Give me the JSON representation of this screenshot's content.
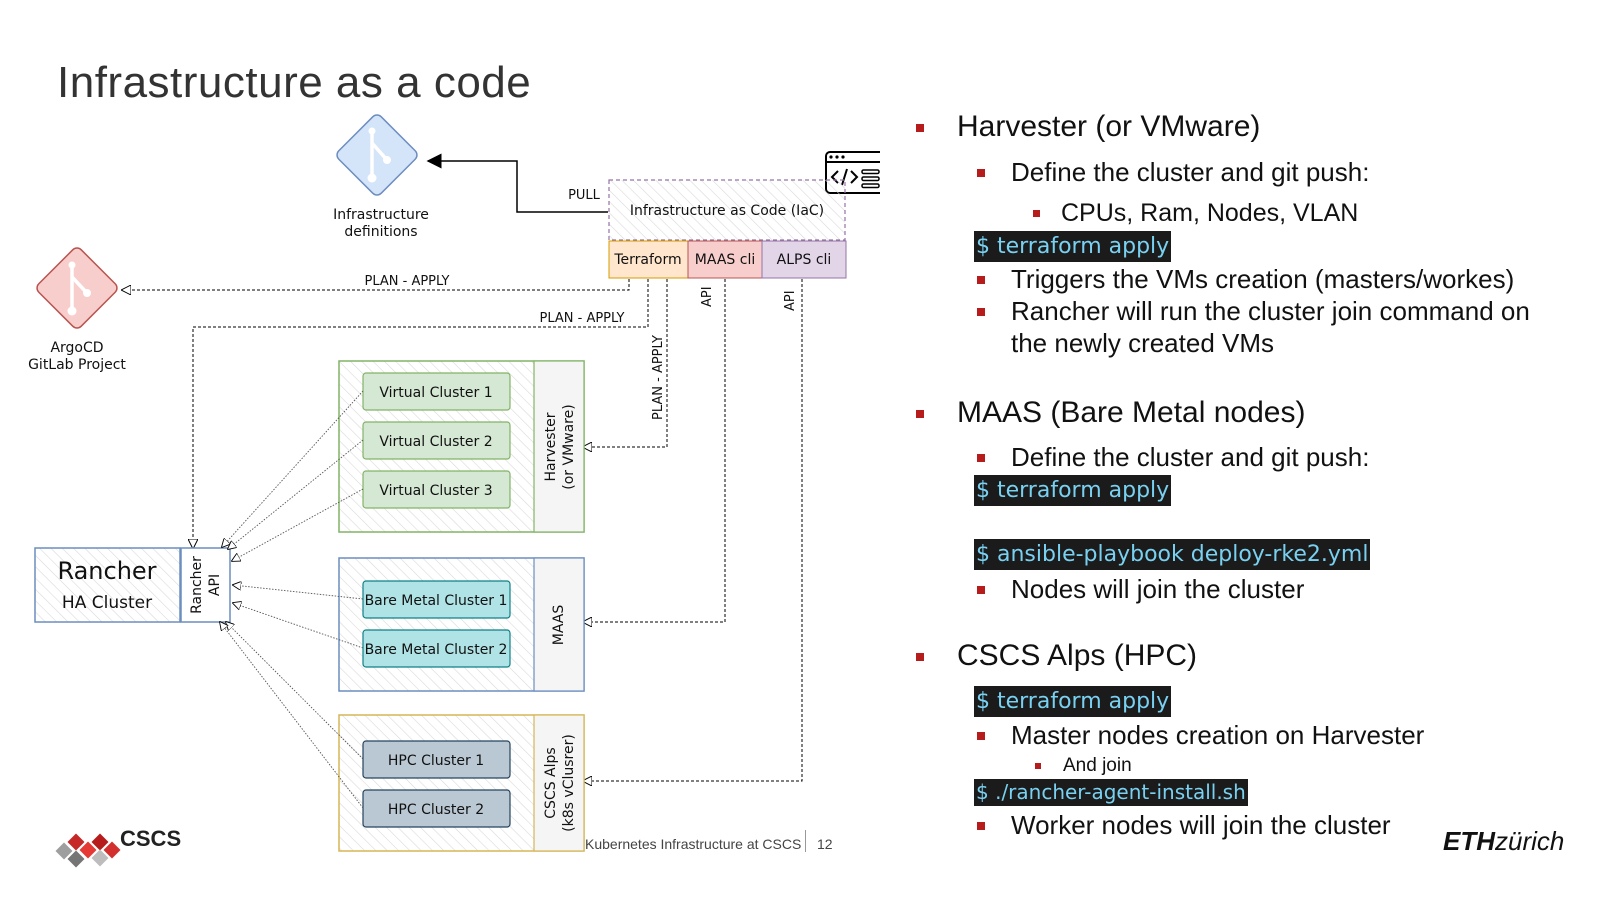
{
  "title": "Infrastructure as a code",
  "diagram": {
    "infra_defs_label_1": "Infrastructure",
    "infra_defs_label_2": "definitions",
    "argocd_label_1": "ArgoCD",
    "argocd_label_2": "GitLab Project",
    "iac_title": "Infrastructure as Code (IaC)",
    "terraform": "Terraform",
    "maas_cli": "MAAS cli",
    "alps_cli": "ALPS cli",
    "pull": "PULL",
    "plan_apply_1": "PLAN - APPLY",
    "plan_apply_2": "PLAN - APPLY",
    "plan_apply_vertical": "PLAN - APPLY",
    "api_1": "API",
    "api_2": "API",
    "rancher_title": "Rancher",
    "rancher_sub": "HA Cluster",
    "rancher_api_1": "Rancher",
    "rancher_api_2": "API",
    "harvester_label_1": "Harvester",
    "harvester_label_2": "(or VMware)",
    "maas_label": "MAAS",
    "alps_label_1": "CSCS Alps",
    "alps_label_2": "(k8s vClusrer)",
    "virtual_clusters": [
      "Virtual Cluster 1",
      "Virtual Cluster 2",
      "Virtual Cluster 3"
    ],
    "bare_metal_clusters": [
      "Bare Metal Cluster 1",
      "Bare Metal Cluster 2"
    ],
    "hpc_clusters": [
      "HPC Cluster 1",
      "HPC Cluster 2"
    ],
    "colors": {
      "git_blue": "#d4e4f9",
      "git_red": "#f8cecc",
      "terraform": "#ffe6cc",
      "maas_cli": "#f8cecc",
      "alps_cli": "#e1d5e7",
      "green": "#d5e8d4",
      "cyan": "#b0e3e6",
      "slate": "#bac8d3",
      "bullet": "#b71c1c"
    }
  },
  "content": {
    "harvester_heading": "Harvester (or VMware)",
    "harvester_define": "Define the cluster and git push:",
    "harvester_specs": "CPUs, Ram, Nodes, VLAN",
    "harvester_cmd": "$ terraform apply",
    "harvester_triggers": "Triggers the VMs creation (masters/workes)",
    "harvester_rancher_1": "Rancher will run the cluster join command on",
    "harvester_rancher_2": "the newly created VMs",
    "maas_heading": "MAAS (Bare Metal nodes)",
    "maas_define": "Define the cluster and git push:",
    "maas_cmd_1": "$ terraform apply",
    "maas_cmd_2": "$ ansible-playbook deploy-rke2.yml",
    "maas_nodes": "Nodes will join the cluster",
    "alps_heading": "CSCS Alps (HPC)",
    "alps_cmd_1": "$ terraform apply",
    "alps_master": "Master nodes creation on Harvester",
    "alps_join": "And join",
    "alps_cmd_2": "$ ./rancher-agent-install.sh",
    "alps_worker": "Worker nodes will join the cluster"
  },
  "footer": {
    "text": "Kubernetes Infrastructure at CSCS",
    "page": "12",
    "cscs_logo": "CSCS",
    "eth_logo_bold": "ETH",
    "eth_logo_rest": "zürich"
  }
}
